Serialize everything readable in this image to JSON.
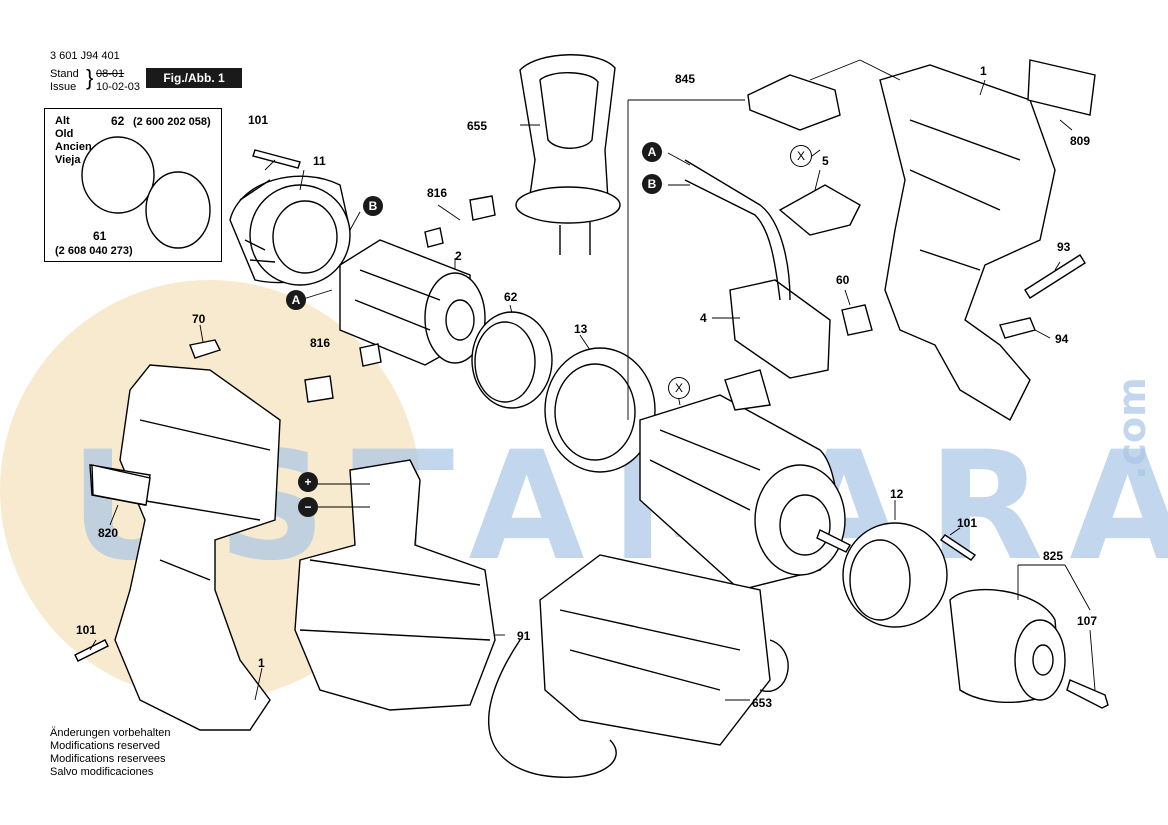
{
  "header": {
    "doc_number": "3 601 J94 401",
    "stand_label": "Stand",
    "issue_label": "Issue",
    "stand_date": "08-01",
    "issue_date": "10-02-03",
    "fig_label": "Fig./Abb. 1"
  },
  "alt_box": {
    "languages": [
      "Alt",
      "Old",
      "Ancien",
      "Vieja"
    ],
    "part_62": "62",
    "part_62_number": "(2 600 202 058)",
    "part_61": "61",
    "part_61_number": "(2 608 040 273)"
  },
  "footer": {
    "lines": [
      "Änderungen vorbehalten",
      "Modifications reserved",
      "Modifications reservees",
      "Salvo modificaciones"
    ]
  },
  "markers": {
    "a": "A",
    "b": "B",
    "x": "X",
    "plus": "+",
    "minus": "−"
  },
  "parts": {
    "p1_top": "1",
    "p1_bottom": "1",
    "p2": "2",
    "p4": "4",
    "p5": "5",
    "p11": "11",
    "p12": "12",
    "p13": "13",
    "p60": "60",
    "p62": "62",
    "p70": "70",
    "p91": "91",
    "p93": "93",
    "p94": "94",
    "p101_top": "101",
    "p101_bottom": "101",
    "p101_right": "101",
    "p107": "107",
    "p653": "653",
    "p655": "655",
    "p809": "809",
    "p816_top": "816",
    "p816_bottom": "816",
    "p820": "820",
    "p825": "825",
    "p845": "845"
  },
  "watermark": {
    "text": "USTAMARA",
    "suffix": ".com",
    "circle_color": "#f3d9a6",
    "text_color": "#a9c6e6"
  }
}
